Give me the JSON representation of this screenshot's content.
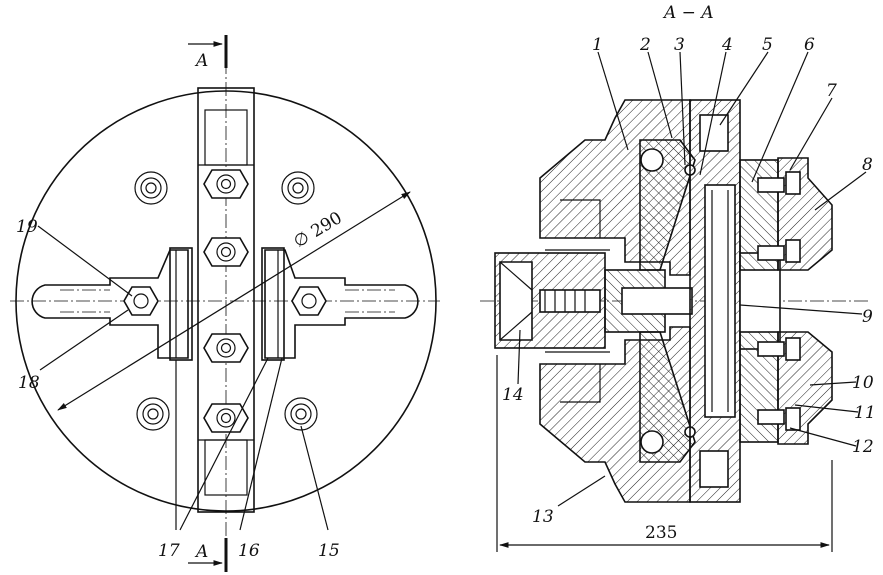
{
  "section_title": "A − A",
  "section_mark": "A",
  "dimensions": {
    "diameter": "∅ 290",
    "width": "235"
  },
  "labels": [
    "1",
    "2",
    "3",
    "4",
    "5",
    "6",
    "7",
    "8",
    "9",
    "10",
    "11",
    "12",
    "13",
    "14",
    "15",
    "16",
    "17",
    "18",
    "19"
  ]
}
